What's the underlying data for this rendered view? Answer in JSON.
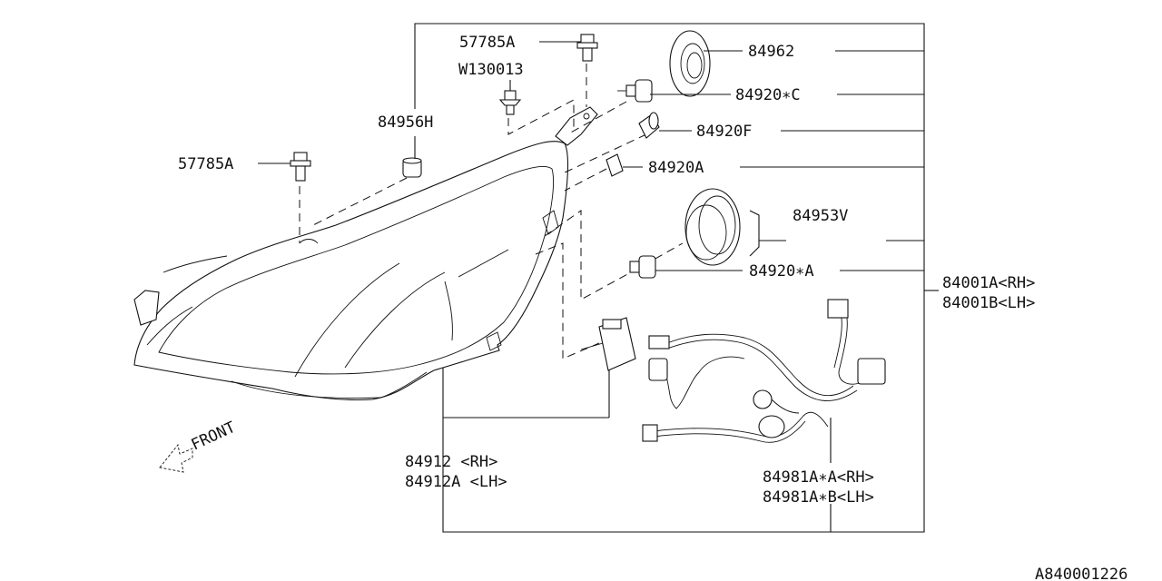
{
  "labels": {
    "p57785a_top": "57785A",
    "w130013": "W130013",
    "p84956h": "84956H",
    "p57785a_left": "57785A",
    "p84962": "84962",
    "p84920c": "84920∗C",
    "p84920f": "84920F",
    "p84920a": "84920A",
    "p84953v": "84953V",
    "p84920_a": "84920∗A",
    "p84001a": "84001A<RH>",
    "p84001b": "84001B<LH>",
    "p84912": "84912  <RH>",
    "p84912a": "84912A <LH>",
    "p84981a_a": "84981A∗A<RH>",
    "p84981a_b": "84981A∗B<LH>",
    "front": "FRONT",
    "diagram_id": "A840001226"
  }
}
